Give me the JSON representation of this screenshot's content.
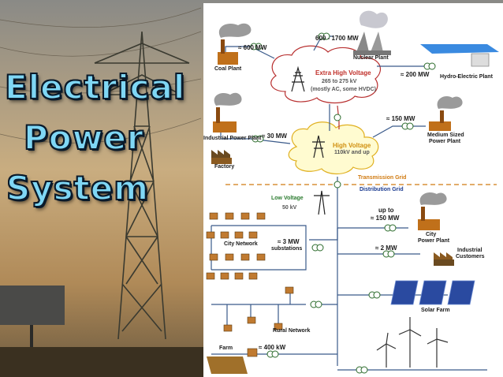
{
  "title": {
    "line1": "Electrical",
    "line2": "Power",
    "line3": "System"
  },
  "diagram": {
    "coal_plant": {
      "label": "Coal Plant",
      "power": "≈ 600  MW"
    },
    "nuclear_plant": {
      "label": "Nuclear Plant",
      "power": "600 - 1700  MW"
    },
    "hydro_plant": {
      "label": "Hydro-Electric Plant",
      "power": "≈ 200  MW"
    },
    "ehv": {
      "title": "Extra High Voltage",
      "range": "265 to 275 kV",
      "note": "(mostly AC, some HVDC)"
    },
    "industrial_plant": {
      "label": "Industrial Power Plant",
      "power": "≈ 30 MW"
    },
    "factory": {
      "label": "Factory"
    },
    "hv": {
      "title": "High Voltage",
      "range": "110kV and up"
    },
    "medium_plant": {
      "label1": "Medium Sized",
      "label2": "Power Plant",
      "power": "≈ 150  MW"
    },
    "grid": {
      "transmission": "Transmission Grid",
      "distribution": "Distribution Grid"
    },
    "lv": {
      "title": "Low Voltage",
      "range": "50 kV"
    },
    "city_plant": {
      "up_to": "up to",
      "power": "≈ 150  MW",
      "label1": "City",
      "label2": "Power Plant"
    },
    "city_network": {
      "label": "City Network",
      "power": "≈  3  MW",
      "sub": "substations"
    },
    "industrial_customers": {
      "power": "≈ 2  MW",
      "label1": "Industrial",
      "label2": "Customers"
    },
    "solar_farm": {
      "label": "Solar Farm"
    },
    "rural_network": {
      "label": "Rural Network"
    },
    "farm": {
      "label": "Farm",
      "power": "≈ 400 kW"
    }
  },
  "colors": {
    "title_fill": "#7fd7f5",
    "title_outline": "#0a1a2a",
    "hv_label": "#c0302a",
    "ehv_label": "#c0302a",
    "line": "#3a5a8a",
    "panel": "#ffffff"
  }
}
